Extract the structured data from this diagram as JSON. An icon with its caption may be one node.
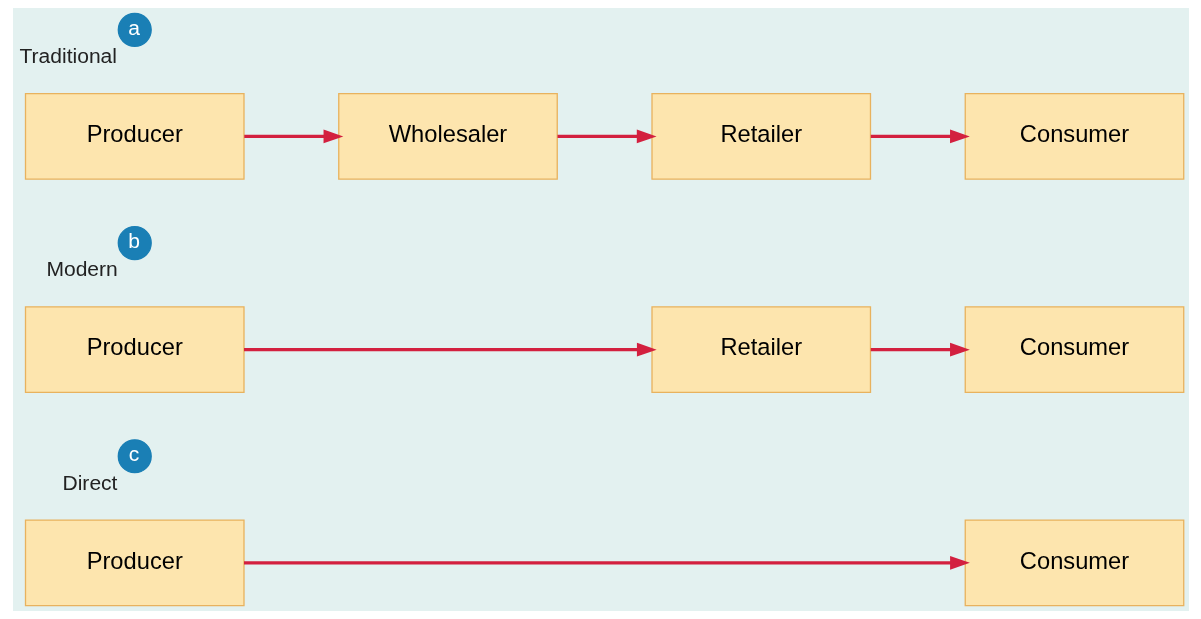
{
  "diagram": {
    "nodes": [
      {
        "text": [
          "a"
        ],
        "beside": [
          "Traditional"
        ]
      },
      {
        "text": [
          "Producer"
        ]
      },
      {
        "text": [
          "Wholesaler"
        ]
      },
      {
        "text": [
          "Retailer"
        ]
      },
      {
        "text": [
          "Consumer"
        ]
      },
      {
        "text": [
          "b"
        ],
        "beside": [
          "Modern"
        ]
      },
      {
        "text": [
          "Producer"
        ]
      },
      {
        "text": [
          "Retailer"
        ]
      },
      {
        "text": [
          "Consumer"
        ]
      },
      {
        "text": [
          "c"
        ],
        "beside": [
          "Direct"
        ]
      },
      {
        "text": [
          "Producer"
        ]
      },
      {
        "text": [
          "Consumer"
        ]
      }
    ],
    "edges": [
      {
        "from": 1,
        "to": 2,
        "arrow": "to"
      },
      {
        "from": 2,
        "to": 3,
        "arrow": "to"
      },
      {
        "from": 3,
        "to": 4,
        "arrow": "to"
      },
      {
        "from": 6,
        "to": 7,
        "arrow": "to"
      },
      {
        "from": 7,
        "to": 8,
        "arrow": "to"
      },
      {
        "from": 10,
        "to": 11,
        "arrow": "to"
      }
    ]
  }
}
